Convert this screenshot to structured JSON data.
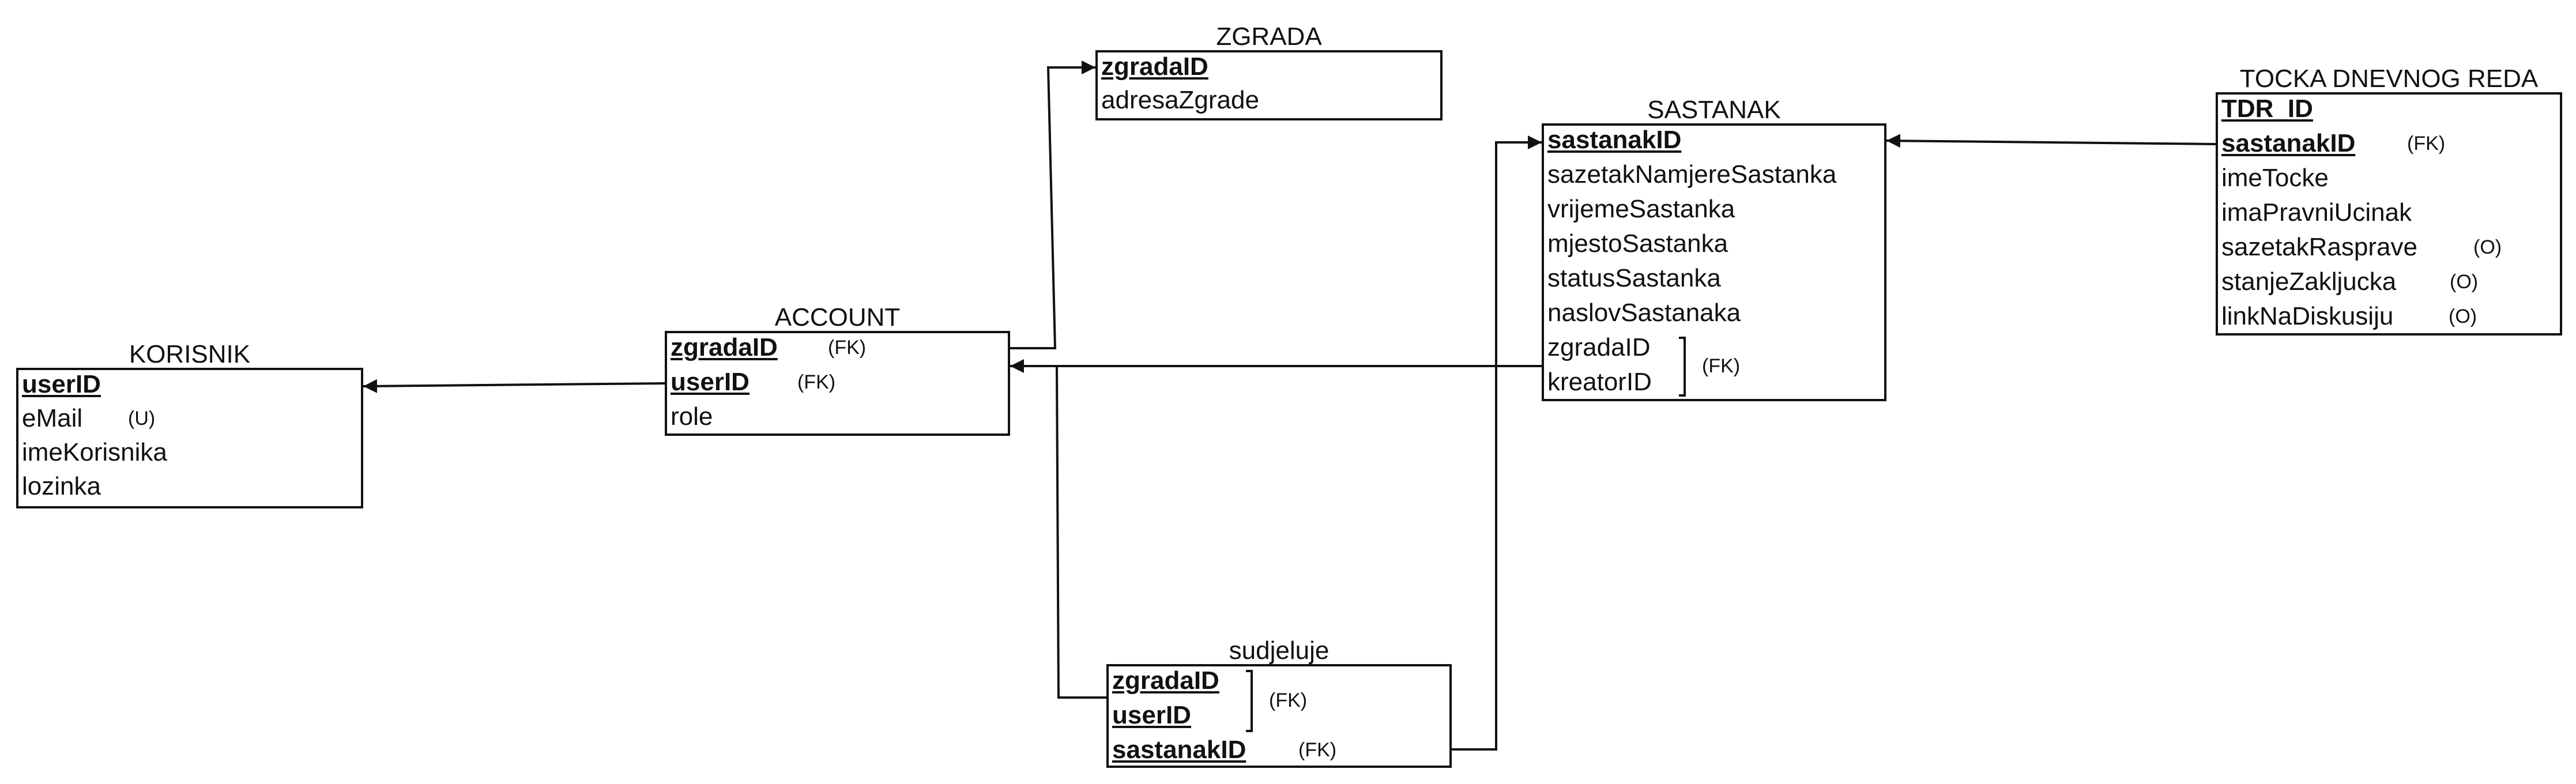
{
  "entities": {
    "korisnik": {
      "title": "KORISNIK",
      "attrs": [
        "userID",
        "eMail",
        "imeKorisnika",
        "lozinka"
      ],
      "notes": {
        "email": "(U)"
      }
    },
    "account": {
      "title": "ACCOUNT",
      "attrs": [
        "zgradaID",
        "userID",
        "role"
      ],
      "notes": {
        "zgrada": "(FK)",
        "user": "(FK)"
      }
    },
    "zgrada": {
      "title": "ZGRADA",
      "attrs": [
        "zgradaID",
        "adresaZgrade"
      ]
    },
    "sastanak": {
      "title": "SASTANAK",
      "attrs": [
        "sastanakID",
        "sazetakNamjereSastanka",
        "vrijemeSastanka",
        "mjestoSastanka",
        "statusSastanka",
        "naslovSastanaka",
        "zgradaID",
        "kreatorID"
      ],
      "notes": {
        "fk_group": "(FK)"
      }
    },
    "sudjeluje": {
      "title": "sudjeluje",
      "attrs": [
        "zgradaID",
        "userID",
        "sastanakID"
      ],
      "notes": {
        "fk_group": "(FK)",
        "sastanak": "(FK)"
      }
    },
    "tocka": {
      "title": "TOCKA DNEVNOG REDA",
      "attrs": [
        "TDR_ID",
        "sastanakID",
        "imeTocke",
        "imaPravniUcinak",
        "sazetakRasprave",
        "stanjeZakljucka",
        "linkNaDiskusiju"
      ],
      "notes": {
        "sastanak": "(FK)",
        "sazetak": "(O)",
        "stanje": "(O)",
        "link": "(O)"
      }
    }
  },
  "relationships": [
    {
      "from": "account",
      "to": "korisnik"
    },
    {
      "from": "account",
      "to": "zgrada"
    },
    {
      "from": "sastanak",
      "to": "account"
    },
    {
      "from": "sudjeluje",
      "to": "account"
    },
    {
      "from": "sudjeluje",
      "to": "sastanak"
    },
    {
      "from": "tocka",
      "to": "sastanak"
    }
  ]
}
